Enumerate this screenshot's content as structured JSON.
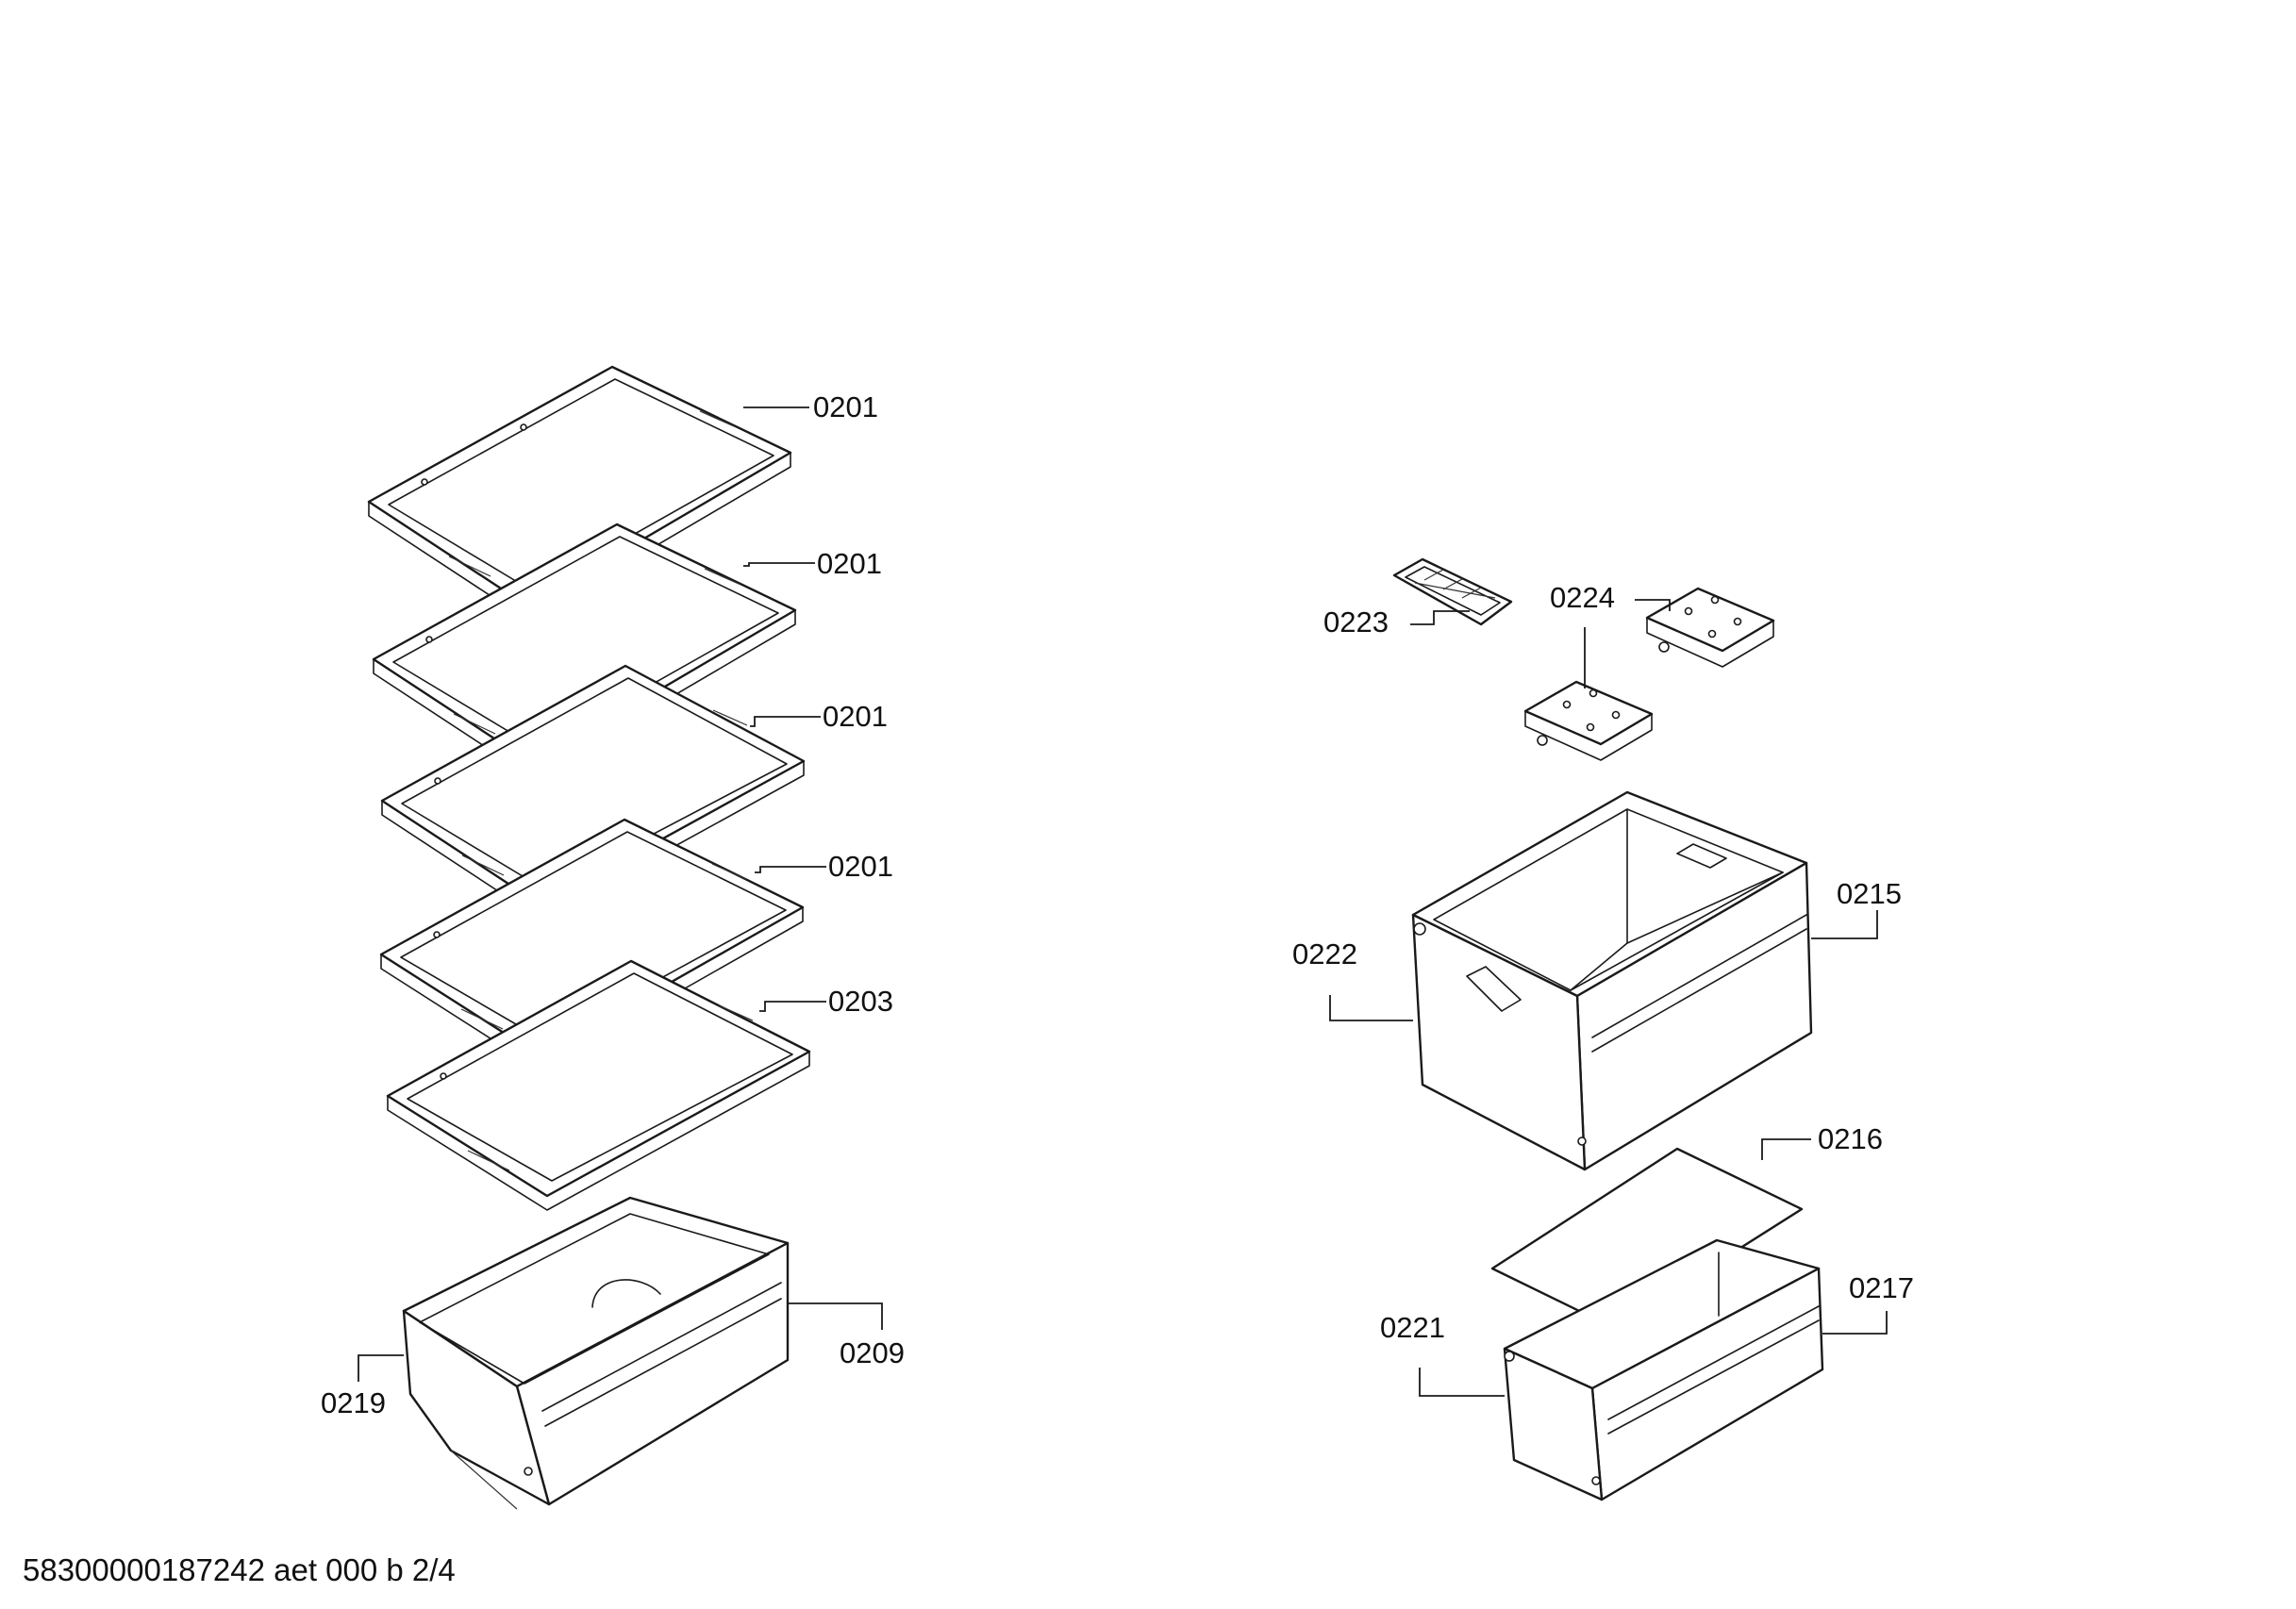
{
  "parts": {
    "p0201_a": "0201",
    "p0201_b": "0201",
    "p0201_c": "0201",
    "p0201_d": "0201",
    "p0203": "0203",
    "p0209": "0209",
    "p0219": "0219",
    "p0223": "0223",
    "p0224": "0224",
    "p0215": "0215",
    "p0222": "0222",
    "p0216": "0216",
    "p0217": "0217",
    "p0221": "0221"
  },
  "footer": {
    "document_code": "58300000187242 aet 000 b 2/4"
  }
}
